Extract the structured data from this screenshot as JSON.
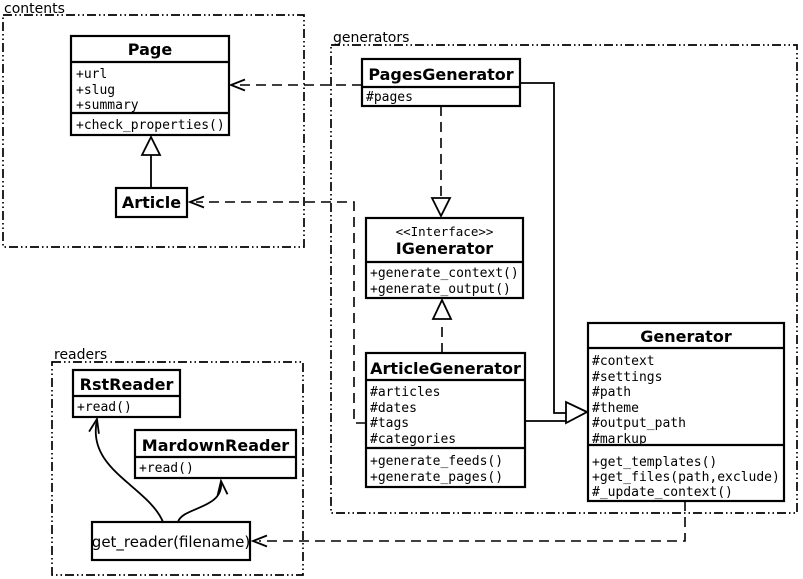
{
  "diagram": {
    "background": "#ffffff",
    "line_color": "#000000"
  },
  "packages": {
    "contents": {
      "label": "contents"
    },
    "generators": {
      "label": "generators"
    },
    "readers": {
      "label": "readers"
    }
  },
  "classes": {
    "page": {
      "title": "Page",
      "attributes": [
        "+url",
        "+slug",
        "+summary"
      ],
      "methods": [
        "+check_properties()"
      ]
    },
    "article": {
      "title": "Article"
    },
    "pages_generator": {
      "title": "PagesGenerator",
      "attributes": [
        "#pages"
      ]
    },
    "igenerator": {
      "stereotype": "<<Interface>>",
      "title": "IGenerator",
      "methods": [
        "+generate_context()",
        "+generate_output()"
      ]
    },
    "article_generator": {
      "title": "ArticleGenerator",
      "attributes": [
        "#articles",
        "#dates",
        "#tags",
        "#categories"
      ],
      "methods": [
        "+generate_feeds()",
        "+generate_pages()"
      ]
    },
    "generator": {
      "title": "Generator",
      "attributes": [
        "#context",
        "#settings",
        "#path",
        "#theme",
        "#output_path",
        "#markup"
      ],
      "methods": [
        "+get_templates()",
        "+get_files(path,exclude)",
        "#_update_context()"
      ]
    },
    "rst_reader": {
      "title": "RstReader",
      "methods": [
        "+read()"
      ]
    },
    "mardown_reader": {
      "title": "MardownReader",
      "methods": [
        "+read()"
      ]
    },
    "get_reader": {
      "title": "get_reader(filename)"
    }
  },
  "relationships": [
    {
      "from": "Article",
      "to": "Page",
      "type": "generalization"
    },
    {
      "from": "PagesGenerator",
      "to": "Page",
      "type": "dependency"
    },
    {
      "from": "PagesGenerator",
      "to": "IGenerator",
      "type": "realization"
    },
    {
      "from": "ArticleGenerator",
      "to": "IGenerator",
      "type": "realization"
    },
    {
      "from": "PagesGenerator",
      "to": "Generator",
      "type": "generalization"
    },
    {
      "from": "ArticleGenerator",
      "to": "Generator",
      "type": "generalization"
    },
    {
      "from": "ArticleGenerator",
      "to": "Article",
      "type": "dependency"
    },
    {
      "from": "Generator",
      "to": "get_reader(filename)",
      "type": "dependency"
    },
    {
      "from": "get_reader(filename)",
      "to": "RstReader",
      "type": "call"
    },
    {
      "from": "get_reader(filename)",
      "to": "MardownReader",
      "type": "call"
    }
  ]
}
